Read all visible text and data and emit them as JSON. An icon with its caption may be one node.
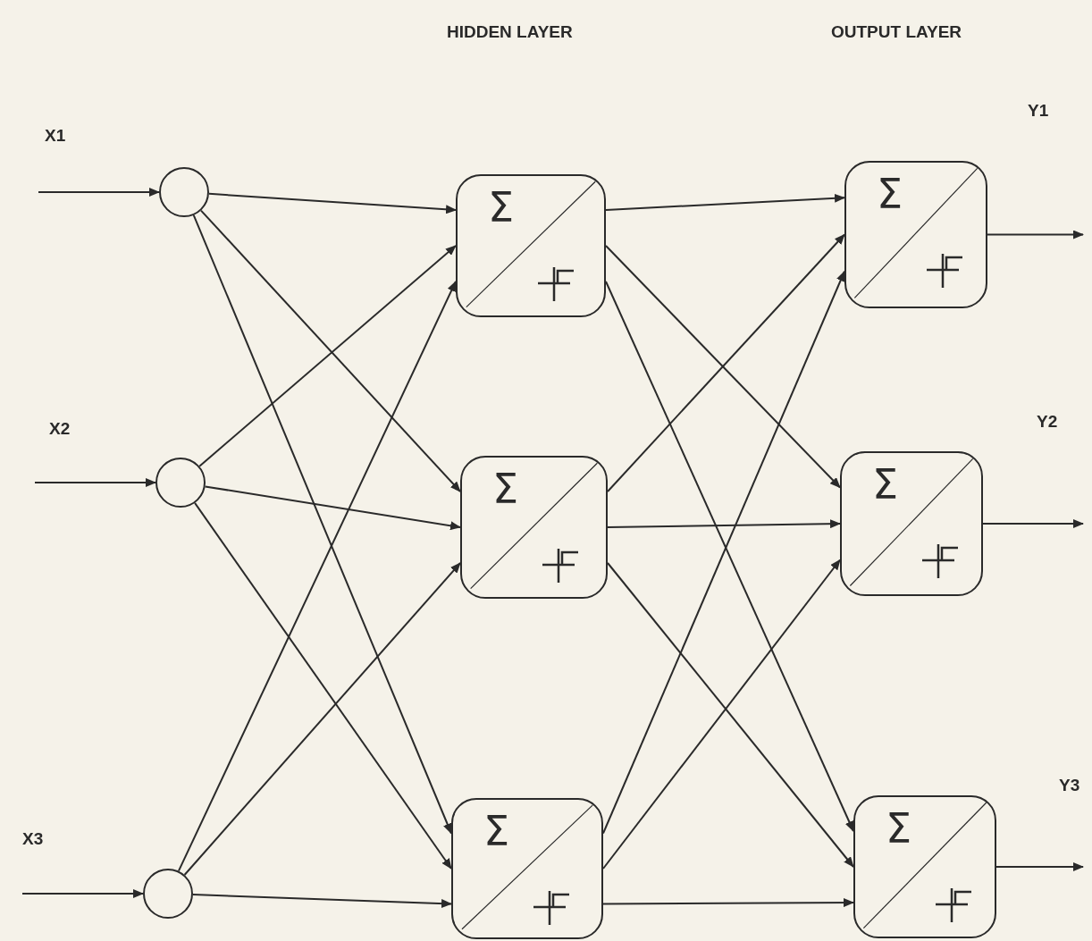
{
  "diagram": {
    "nodes": [
      {
        "text": [],
        "shape": "circle"
      },
      {
        "text": [],
        "shape": "circle"
      },
      {
        "text": [],
        "shape": "circle"
      },
      {
        "text": [
          "Σ"
        ]
      },
      {
        "text": [
          "Σ"
        ]
      },
      {
        "text": [
          "Σ"
        ]
      },
      {
        "text": [
          "Σ"
        ]
      },
      {
        "text": [
          "Σ"
        ]
      },
      {
        "text": [
          "Σ"
        ]
      }
    ],
    "edges": [
      {
        "from": null,
        "to": 0,
        "arrow": "to"
      },
      {
        "from": null,
        "to": 1,
        "arrow": "to"
      },
      {
        "from": null,
        "to": 2,
        "arrow": "to"
      },
      {
        "from": 0,
        "to": 3,
        "arrow": "to"
      },
      {
        "from": 0,
        "to": 4,
        "arrow": "to"
      },
      {
        "from": 0,
        "to": 5,
        "arrow": "to"
      },
      {
        "from": 1,
        "to": 3,
        "arrow": "to"
      },
      {
        "from": 1,
        "to": 4,
        "arrow": "to"
      },
      {
        "from": 1,
        "to": 5,
        "arrow": "to"
      },
      {
        "from": 2,
        "to": 3,
        "arrow": "to"
      },
      {
        "from": 2,
        "to": 4,
        "arrow": "to"
      },
      {
        "from": 2,
        "to": 5,
        "arrow": "to"
      },
      {
        "from": 3,
        "to": 6,
        "arrow": "to"
      },
      {
        "from": 3,
        "to": 7,
        "arrow": "to"
      },
      {
        "from": 3,
        "to": 8,
        "arrow": "to"
      },
      {
        "from": 4,
        "to": 6,
        "arrow": "to"
      },
      {
        "from": 4,
        "to": 7,
        "arrow": "to"
      },
      {
        "from": 4,
        "to": 8,
        "arrow": "to"
      },
      {
        "from": 5,
        "to": 6,
        "arrow": "to"
      },
      {
        "from": 5,
        "to": 7,
        "arrow": "to"
      },
      {
        "from": 5,
        "to": 8,
        "arrow": "to"
      },
      {
        "from": 6,
        "to": null,
        "arrow": "to"
      },
      {
        "from": 7,
        "to": null,
        "arrow": "to"
      },
      {
        "from": 8,
        "to": null,
        "arrow": "to"
      }
    ],
    "labels": [
      "HIDDEN LAYER",
      "OUTPUT LAYER",
      "Y1",
      "X1",
      "Y2",
      "X2",
      "Y3",
      "X3"
    ]
  }
}
